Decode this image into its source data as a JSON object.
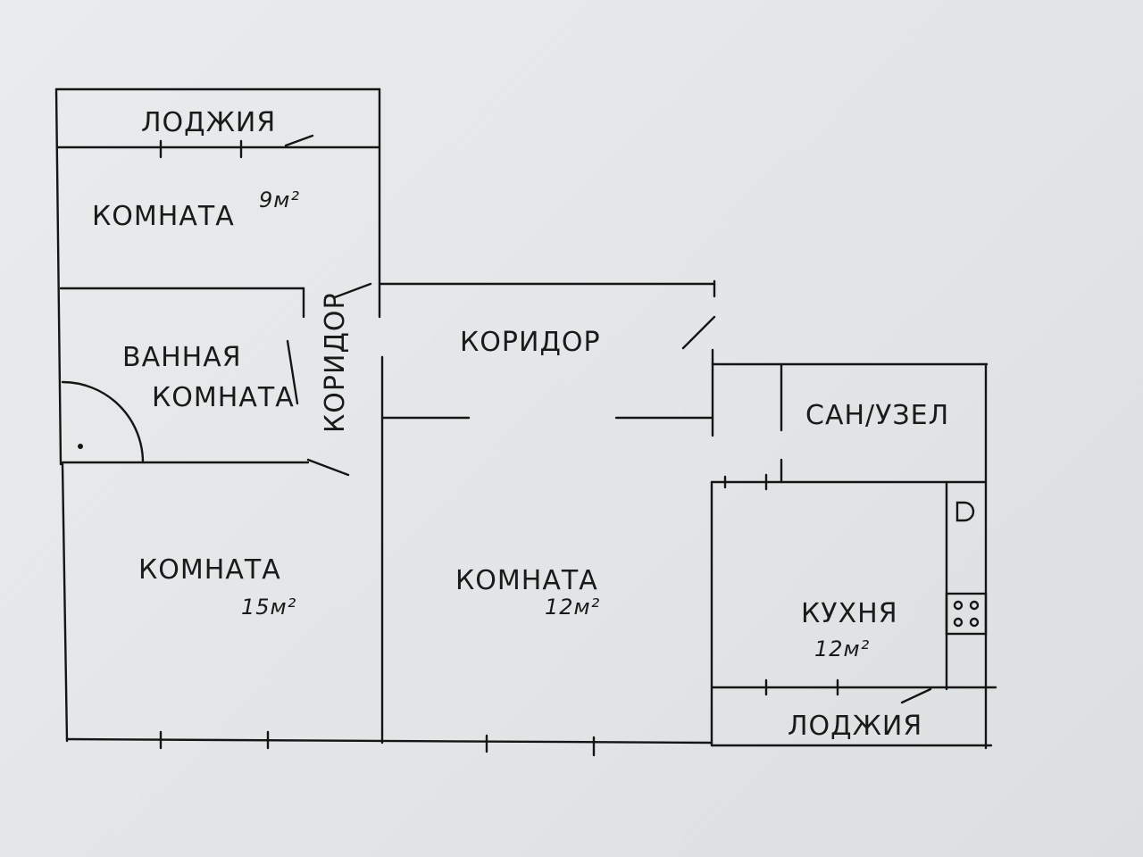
{
  "plan": {
    "loggia_top": "ЛОДЖИЯ",
    "room_9": {
      "name": "КОМНАТА",
      "area": "9м²"
    },
    "bathroom": {
      "line1": "ВАННАЯ",
      "line2": "КОМНАТА"
    },
    "corridor_vertical": "КОРИДОР",
    "corridor_main": "КОРИДОР",
    "toilet": "САН/УЗЕЛ",
    "room_15": {
      "name": "КОМНАТА",
      "area": "15м²"
    },
    "room_12": {
      "name": "КОМНАТА",
      "area": "12м²"
    },
    "kitchen": {
      "name": "КУХНЯ",
      "area": "12м²"
    },
    "loggia_bottom": "ЛОДЖИЯ"
  }
}
